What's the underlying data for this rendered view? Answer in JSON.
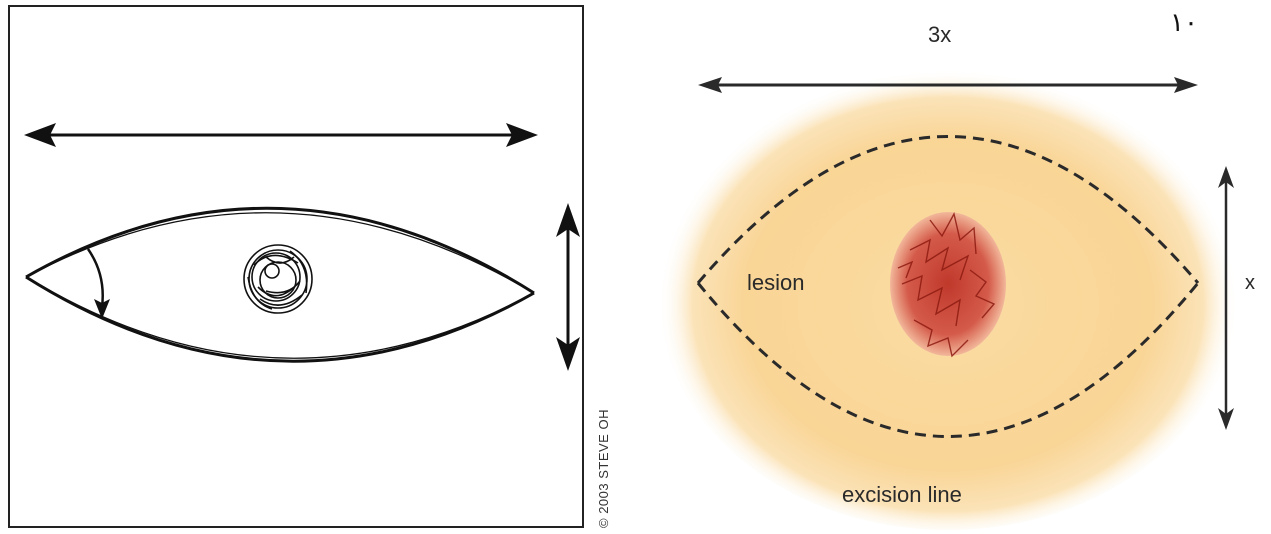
{
  "left_figure": {
    "credit": "© 2003 STEVE OH"
  },
  "right_figure": {
    "length_label": "3x",
    "width_label": "x",
    "lesion_label": "lesion",
    "excision_label": "excision line",
    "page_number": "١٠"
  },
  "colors": {
    "halo": "#f7c77a",
    "lesion": "#c0392b",
    "ink": "#222222"
  }
}
